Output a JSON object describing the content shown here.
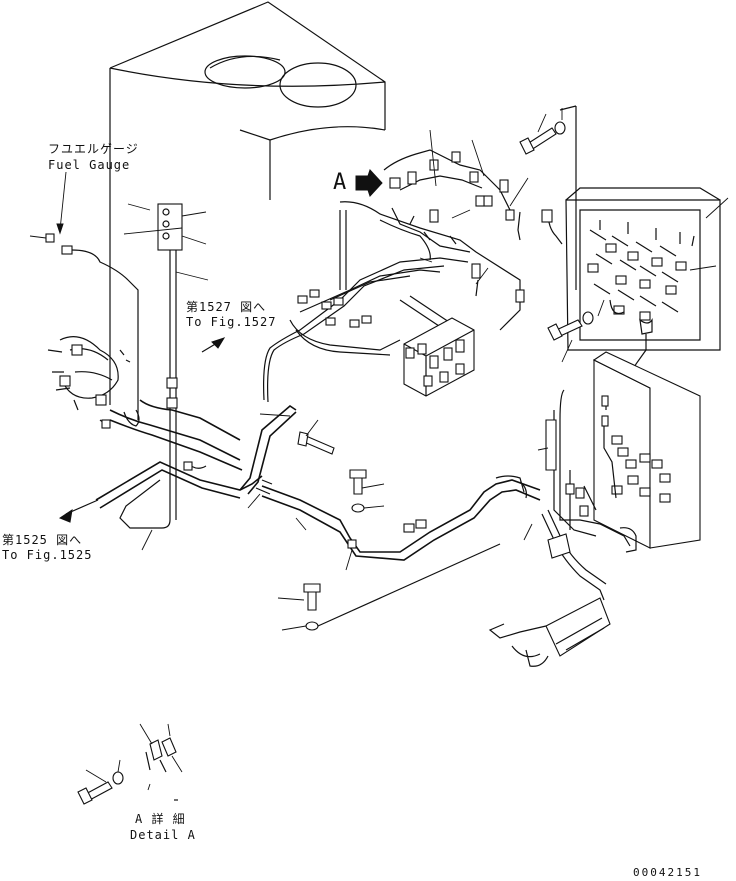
{
  "labels": {
    "fuel_gauge_jp": "フユエルゲージ",
    "fuel_gauge_en": "Fuel Gauge",
    "fig1527_jp": "第1527 図へ",
    "fig1527_en": "To Fig.1527",
    "fig1525_jp": "第1525 図へ",
    "fig1525_en": "To Fig.1525",
    "detail_marker": "A",
    "detail_jp": "A 詳 細",
    "detail_en": "Detail A",
    "drawing_number": "00042151"
  }
}
